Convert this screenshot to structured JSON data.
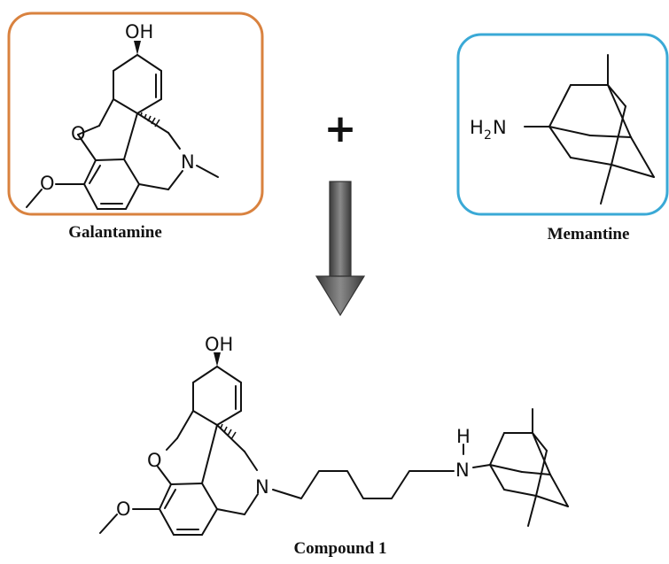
{
  "galantamine": {
    "name": "Galantamine",
    "frame_color": "#d9823f",
    "atoms": {
      "oh": "OH",
      "o": "O",
      "n": "N"
    }
  },
  "memantine": {
    "name": "Memantine",
    "frame_color": "#3aa9d6",
    "atoms": {
      "h": "H",
      "sub2": "2",
      "n": "N"
    }
  },
  "reaction": {
    "plus": "+",
    "arrow_color": "#5a5a5a"
  },
  "compound1": {
    "name": "Compound 1",
    "atoms": {
      "oh": "OH",
      "o": "O",
      "n": "N",
      "nh_n": "N",
      "nh_h": "H"
    }
  }
}
